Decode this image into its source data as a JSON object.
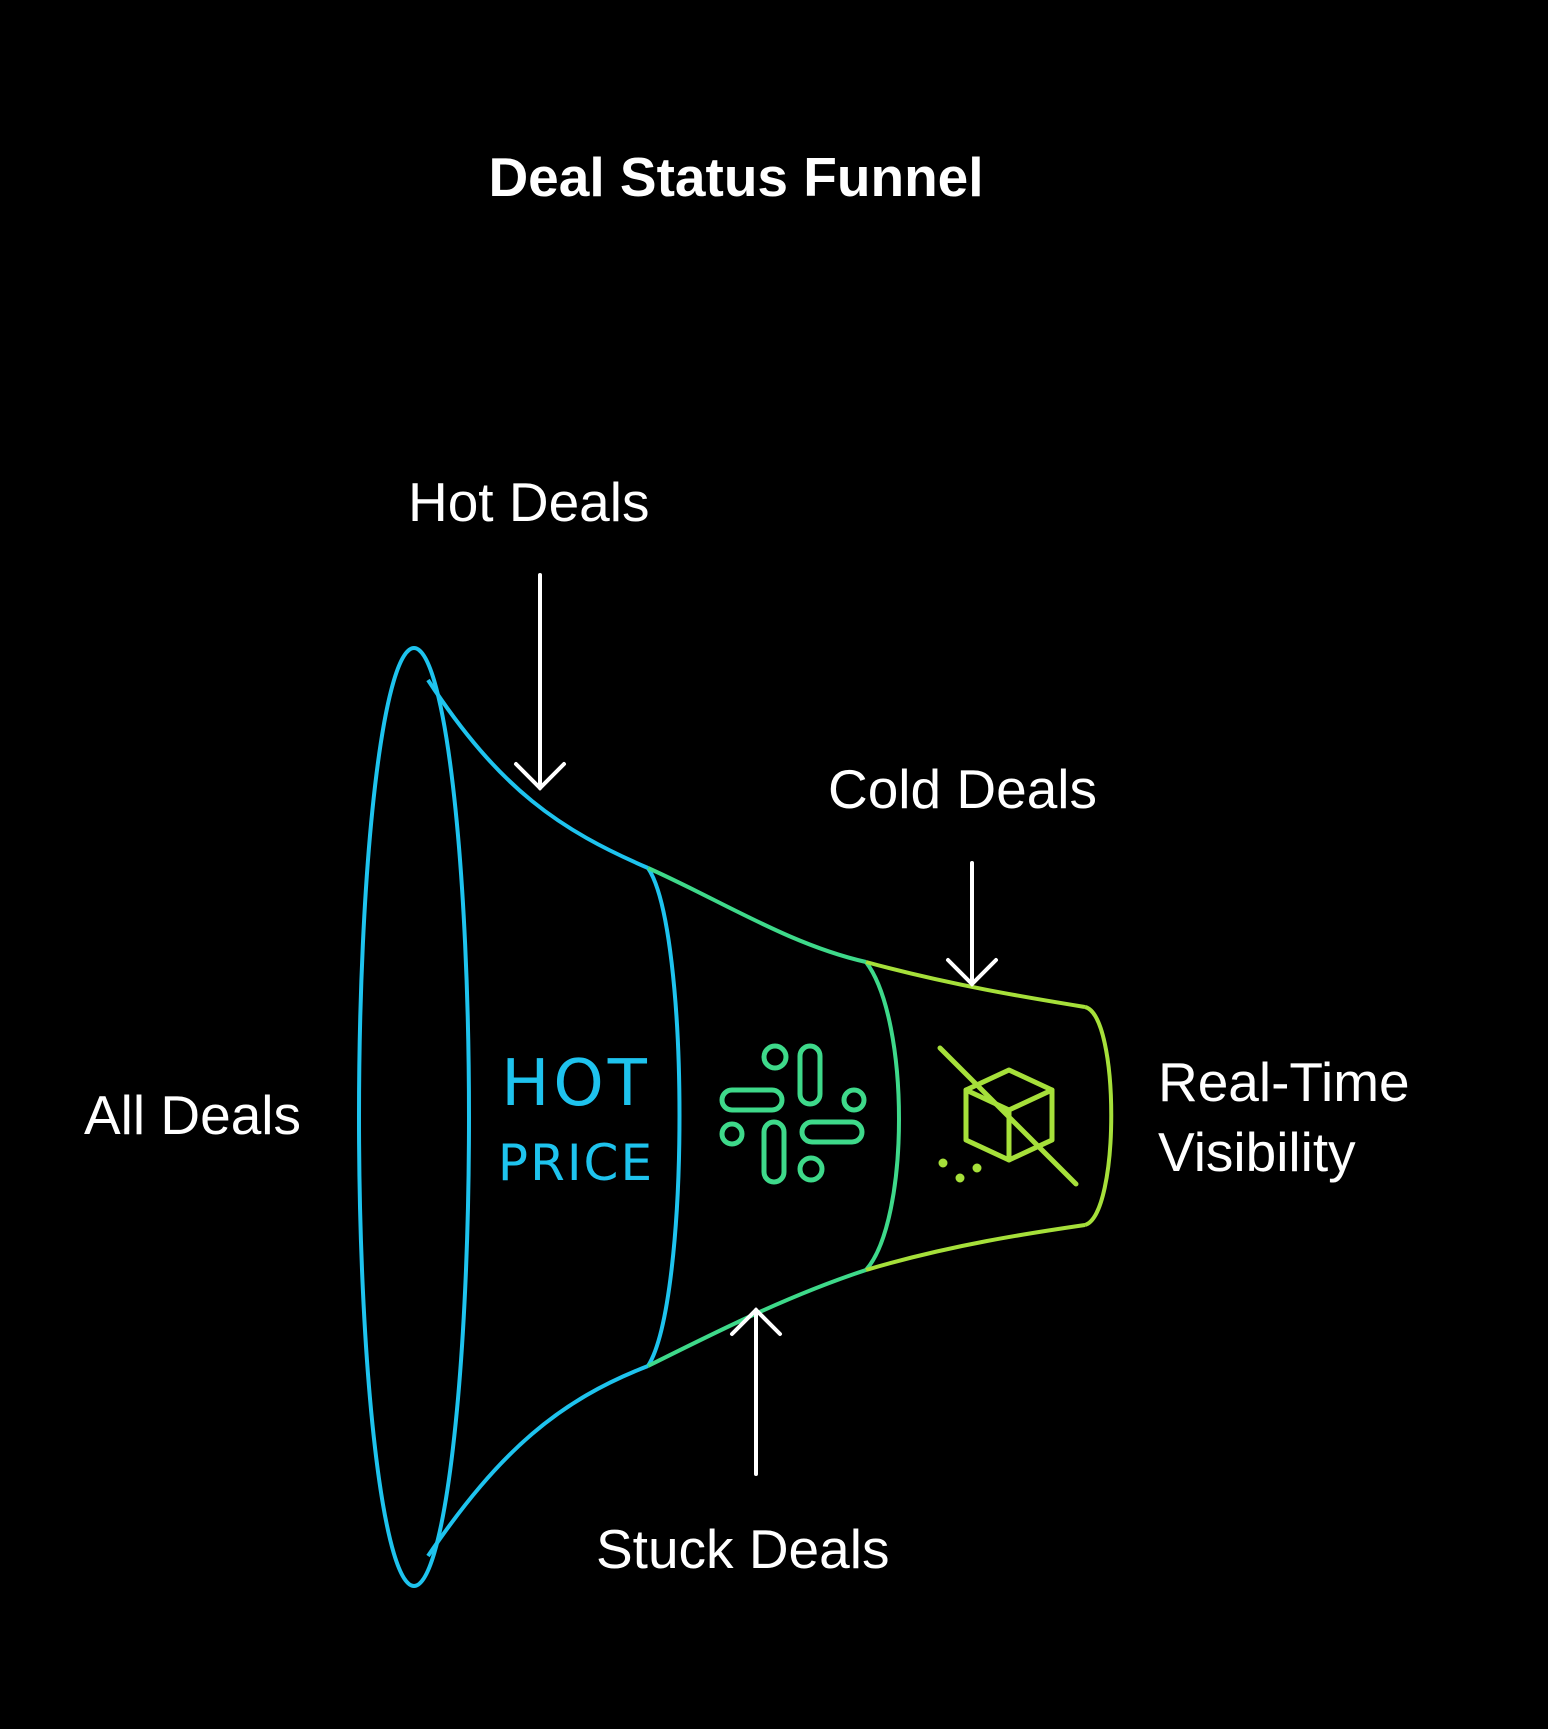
{
  "title": "Deal Status Funnel",
  "labels": {
    "hot_deals": "Hot Deals",
    "cold_deals": "Cold Deals",
    "all_deals": "All Deals",
    "stuck_deals": "Stuck Deals",
    "real_time_line1": "Real-Time",
    "real_time_line2": "Visibility"
  },
  "icons": {
    "hot_price_word1": "HOT",
    "hot_price_word2": "PRICE",
    "segment2_icon": "slack-logo-icon",
    "segment3_icon": "cube-crossed-icon"
  },
  "colors": {
    "background": "#000000",
    "text": "#ffffff",
    "segment1": "#1ec3ee",
    "segment2": "#3ed98a",
    "segment3": "#a6e03a"
  }
}
